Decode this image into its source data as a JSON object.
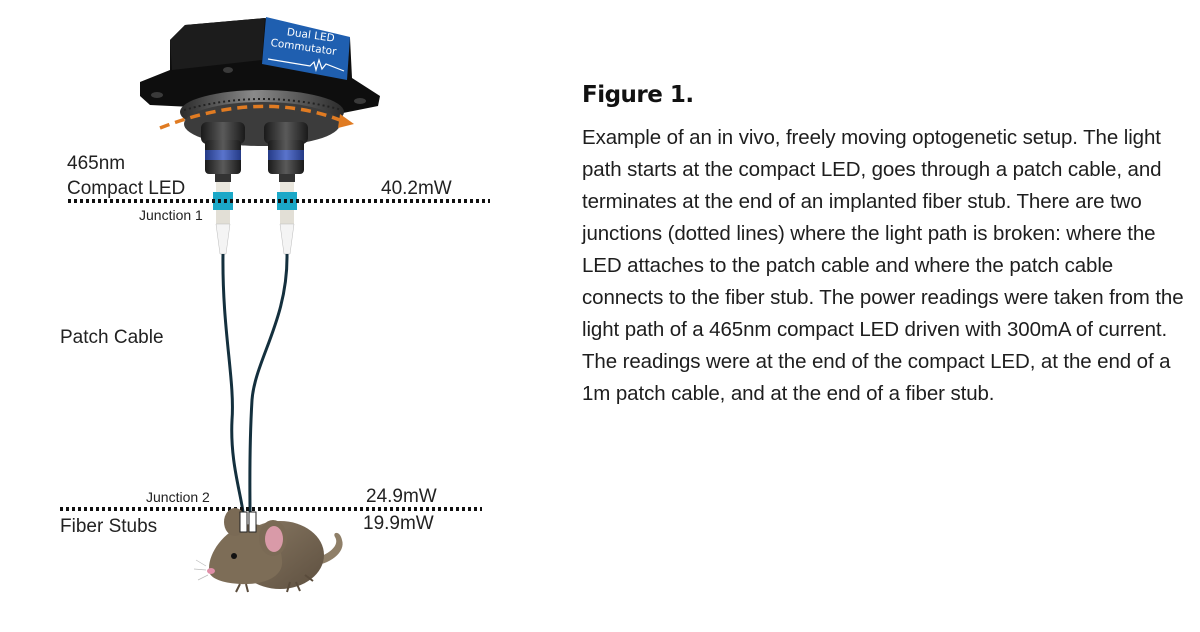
{
  "diagram": {
    "commutator_label_line1": "Dual LED",
    "commutator_label_line2": "Commutator",
    "labels": {
      "wavelength": "465nm",
      "compact_led": "Compact LED",
      "junction1": "Junction 1",
      "power_led": "40.2mW",
      "patch_cable": "Patch Cable",
      "junction2": "Junction 2",
      "power_patch": "24.9mW",
      "fiber_stubs": "Fiber Stubs",
      "power_stub": "19.9mW"
    },
    "colors": {
      "commutator_body": "#111111",
      "label_panel": "#1f5fb0",
      "rotation_arrow": "#e07b22",
      "led_band": "#3a56a8",
      "junction_sleeve": "#1ba8c7",
      "cable": "#14303e",
      "mouse": "#7a6a55",
      "ear": "#d99aa8"
    }
  },
  "caption": {
    "title": "Figure 1.",
    "body": "Example of an in vivo, freely moving optogenetic setup. The light path starts at the compact LED, goes through a patch cable, and terminates at the end of an implanted fiber stub. There are two junctions (dotted lines) where the light path is broken: where the LED attaches to the patch cable and where the patch cable connects to the fiber stub. The power readings were taken from the light path of a 465nm compact LED driven with 300mA of current. The readings were at the end of the compact LED, at the end of a 1m patch cable, and at the end of a fiber stub."
  }
}
